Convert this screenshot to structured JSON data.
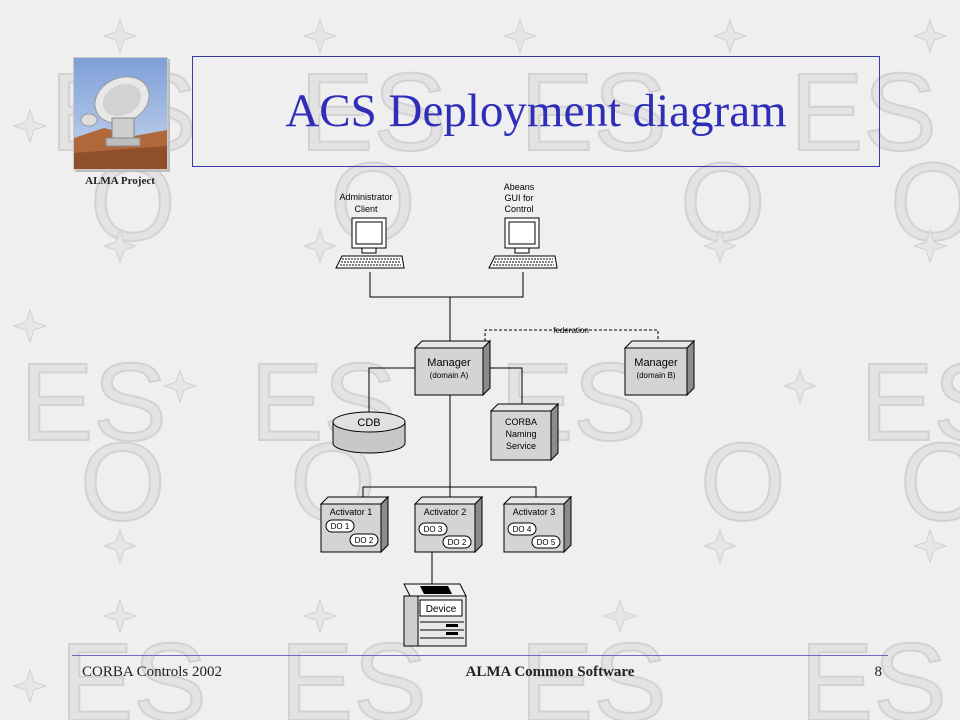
{
  "slide": {
    "title": "ACS Deployment diagram",
    "project_label": "ALMA Project",
    "logo": "alma-antenna-photo",
    "watermark": "ESO",
    "colors": {
      "title": "#2e2eb8",
      "background": "#efefef",
      "border": "#3a3aa8"
    }
  },
  "footer": {
    "left": "CORBA Controls 2002",
    "center": "ALMA Common Software",
    "page": "8"
  },
  "diagram": {
    "admin_client": {
      "line1": "Administrator",
      "line2": "Client"
    },
    "abeans_gui": {
      "line1": "Abeans",
      "line2": "GUI for",
      "line3": "Control"
    },
    "manager_a": {
      "line1": "Manager",
      "line2": "(domain A)"
    },
    "manager_b": {
      "line1": "Manager",
      "line2": "(domain B)"
    },
    "federation": "federation",
    "cdb": "CDB",
    "naming": {
      "line1": "CORBA",
      "line2": "Naming",
      "line3": "Service"
    },
    "activator1": {
      "label": "Activator 1",
      "do_a": "DO 1",
      "do_b": "DO 2"
    },
    "activator2": {
      "label": "Activator 2",
      "do_a": "DO 3",
      "do_b": "DO 2"
    },
    "activator3": {
      "label": "Activator 3",
      "do_a": "DO 4",
      "do_b": "DO 5"
    },
    "device": "Device"
  }
}
